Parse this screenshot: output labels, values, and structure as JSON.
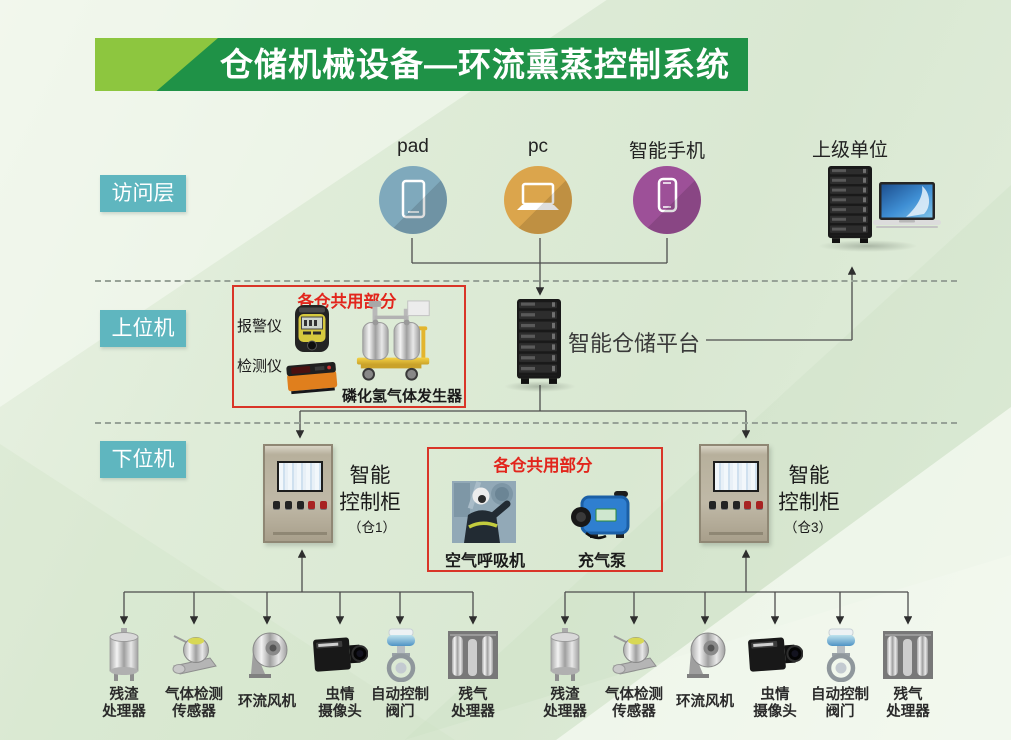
{
  "title": "仓储机械设备—环流熏蒸控制系统",
  "layers": {
    "access": {
      "label": "访问层"
    },
    "upper": {
      "label": "上位机"
    },
    "lower": {
      "label": "下位机"
    }
  },
  "access": {
    "pad": "pad",
    "pc": "pc",
    "phone": "智能手机",
    "superior": "上级单位"
  },
  "upper": {
    "shared": {
      "title": "各仓共用部分",
      "alarm": "报警仪",
      "detector": "检测仪",
      "generator": "磷化氢气体发生器"
    },
    "platform": "智能仓储平台"
  },
  "lower": {
    "shared": {
      "title": "各仓共用部分",
      "breather": "空气呼吸机",
      "pump": "充气泵"
    },
    "cabinet1": {
      "name": "智能\n控制柜",
      "sub": "（仓1）"
    },
    "cabinet3": {
      "name": "智能\n控制柜",
      "sub": "（仓3）"
    }
  },
  "devices_left": [
    {
      "label": "残渣\n处理器",
      "icon": "residue-tank-icon"
    },
    {
      "label": "气体检测\n传感器",
      "icon": "gas-sensor-icon"
    },
    {
      "label": "环流风机",
      "icon": "circulation-fan-icon"
    },
    {
      "label": "虫情\n摄像头",
      "icon": "insect-camera-icon"
    },
    {
      "label": "自动控制\n阀门",
      "icon": "auto-valve-icon"
    },
    {
      "label": "残气\n处理器",
      "icon": "residual-gas-icon"
    }
  ],
  "devices_right": [
    {
      "label": "残渣\n处理器",
      "icon": "residue-tank-icon"
    },
    {
      "label": "气体检测\n传感器",
      "icon": "gas-sensor-icon"
    },
    {
      "label": "环流风机",
      "icon": "circulation-fan-icon"
    },
    {
      "label": "虫情\n摄像头",
      "icon": "insect-camera-icon"
    },
    {
      "label": "自动控制\n阀门",
      "icon": "auto-valve-icon"
    },
    {
      "label": "残气\n处理器",
      "icon": "residual-gas-icon"
    }
  ],
  "colors": {
    "banner_green": "#1f9247",
    "banner_light_green": "#8dc63f",
    "layer_tag_teal": "#5fb6bf",
    "shared_box_red": "#d93528",
    "pad_circle_blue": "#7fa9bc",
    "pc_circle_orange": "#dba54c",
    "phone_circle_purple": "#9d5098"
  }
}
